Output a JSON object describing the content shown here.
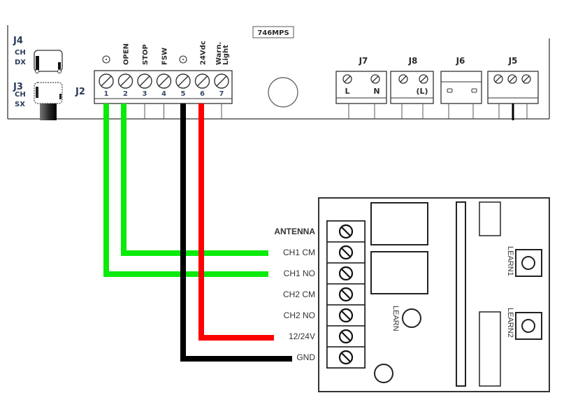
{
  "main_board": {
    "model_label": "746MPS",
    "connectors": {
      "J4": {
        "label": "J4",
        "sub1": "CH",
        "sub2": "DX"
      },
      "J3": {
        "label": "J3",
        "sub1": "CH",
        "sub2": "SX"
      },
      "J2": {
        "label": "J2",
        "terminals": [
          {
            "num": "1",
            "function": "⊙"
          },
          {
            "num": "2",
            "function": "OPEN"
          },
          {
            "num": "3",
            "function": "STOP"
          },
          {
            "num": "4",
            "function": "FSW"
          },
          {
            "num": "5",
            "function": "⊙"
          },
          {
            "num": "6",
            "function": "24Vdc"
          },
          {
            "num": "7",
            "function": "Warn. Light",
            "function_line1": "Warn.",
            "function_line2": "Light"
          }
        ]
      },
      "J7": {
        "label": "J7",
        "left": "L",
        "right": "N"
      },
      "J8": {
        "label": "J8",
        "right": "(L)"
      },
      "J6": {
        "label": "J6"
      },
      "J5": {
        "label": "J5"
      }
    }
  },
  "receiver": {
    "terminals": [
      {
        "label": "ANTENNA"
      },
      {
        "label": "CH1 CM"
      },
      {
        "label": "CH1 NO"
      },
      {
        "label": "CH2 CM"
      },
      {
        "label": "CH2 NO"
      },
      {
        "label": "12/24V"
      },
      {
        "label": "GND"
      }
    ],
    "learn_label": "LEARN",
    "learn1_label": "LEARN1",
    "learn2_label": "LEARN2"
  },
  "wires": [
    {
      "from": "J2 terminal 1",
      "to": "CH1 NO",
      "color": "#0bea0b"
    },
    {
      "from": "J2 terminal 2",
      "to": "CH1 CM",
      "color": "#0bea0b"
    },
    {
      "from": "J2 terminal 5",
      "to": "GND",
      "color": "#000000"
    },
    {
      "from": "J2 terminal 6",
      "to": "12/24V",
      "color": "#ff0000"
    }
  ]
}
